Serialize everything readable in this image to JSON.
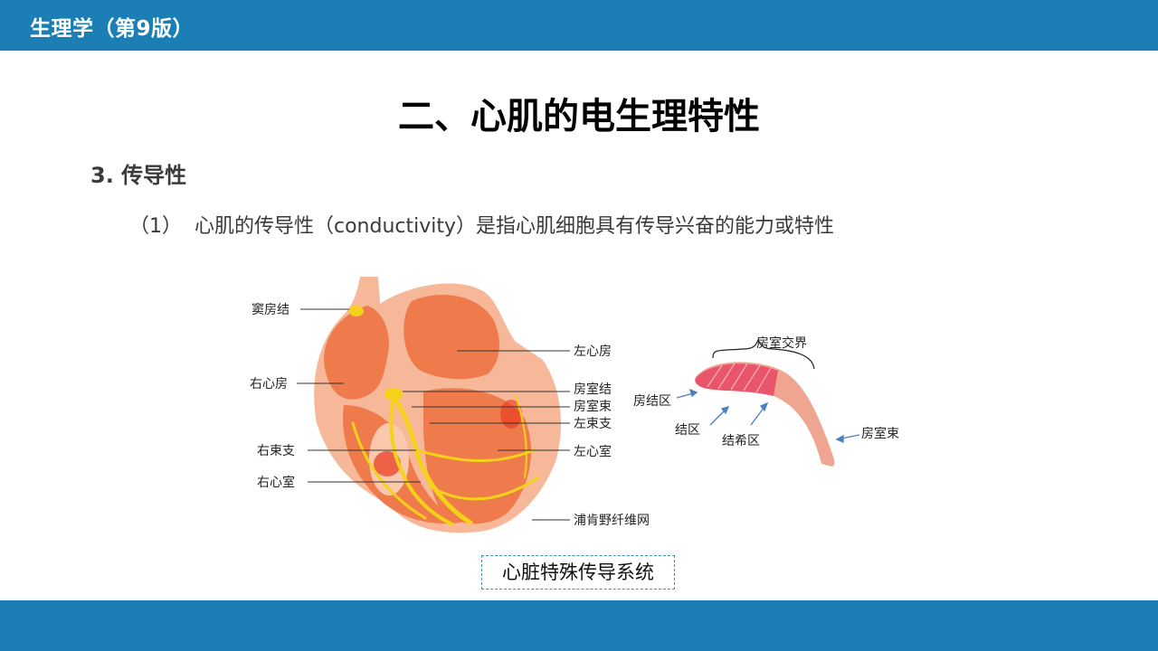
{
  "header": {
    "course_title": "生理学（第9版）"
  },
  "slide": {
    "title": "二、心肌的电生理特性",
    "section": "3. 传导性",
    "description": {
      "number": "（1）",
      "text": "心肌的传导性（conductivity）是指心肌细胞具有传导兴奋的能力或特性"
    }
  },
  "figure": {
    "heart_labels": {
      "sa_node": "窦房结",
      "right_atrium": "右心房",
      "right_bundle_branch": "右束支",
      "right_ventricle": "右心室",
      "left_atrium": "左心房",
      "av_node": "房室结",
      "his_bundle": "房室束",
      "left_bundle_branch": "左束支",
      "left_ventricle": "左心室",
      "purkinje_network": "浦肯野纤维网"
    },
    "junction_labels": {
      "junction": "房室交界",
      "atrionodal_zone": "房结区",
      "nodal_zone": "结区",
      "nodal_his_zone": "结希区",
      "his_bundle": "房室束"
    },
    "caption": "心脏特殊传导系统"
  },
  "colors": {
    "bar": "#1b7fb5",
    "heart": "#ef7a4c",
    "heart_light": "#f7b89a",
    "conduction": "#f5d21a"
  }
}
